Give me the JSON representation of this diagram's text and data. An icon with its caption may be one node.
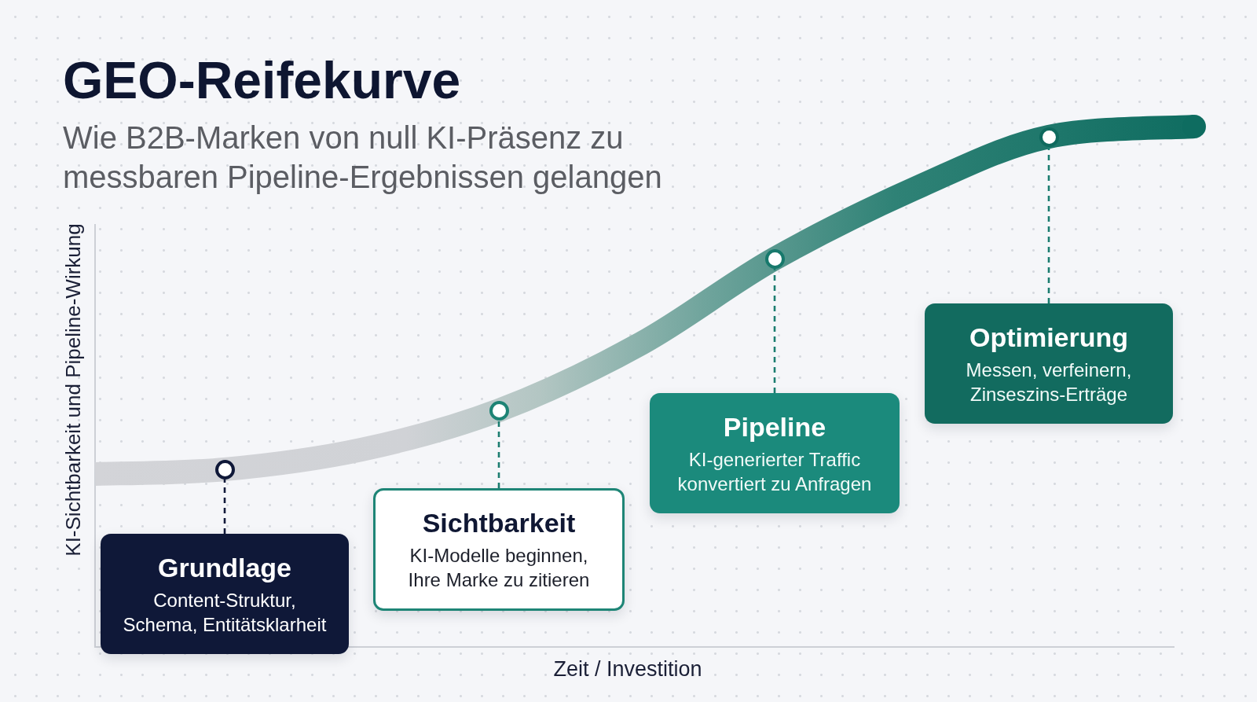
{
  "diagram": {
    "title": "GEO-Reifekurve",
    "nodes": [
      {
        "text": [
          "Grundlage",
          "Content-Struktur, Schema, Entitätsklarheit"
        ]
      },
      {
        "text": [
          "Sichtbarkeit",
          "KI-Modelle beginnen, Ihre Marke zu zitieren"
        ]
      },
      {
        "text": [
          "Pipeline",
          "KI-generierter Traffic konvertiert zu Anfragen"
        ]
      },
      {
        "text": [
          "Optimierung",
          "Messen, verfeinern, Zinseszins-Erträge"
        ]
      },
      {
        "text": [],
        "shape": "circle"
      },
      {
        "text": [],
        "shape": "circle"
      },
      {
        "text": [],
        "shape": "circle"
      },
      {
        "text": [],
        "shape": "circle"
      }
    ],
    "edges": [
      {
        "from": 0,
        "to": 4,
        "arrow": "none",
        "style": "dashed",
        "color": "#111a3a"
      },
      {
        "from": 1,
        "to": 5,
        "arrow": "none",
        "style": "dashed"
      },
      {
        "from": 2,
        "to": 6,
        "arrow": "none",
        "style": "dashed"
      },
      {
        "from": 3,
        "to": 7,
        "arrow": "none",
        "style": "dashed"
      }
    ],
    "labels": [
      "Wie B2B-Marken von null KI-Präsenz zu messbaren Pipeline-Ergebnissen gelangen",
      "KI-Sichtbarkeit und Pipeline-Wirkung",
      "Zeit / Investition"
    ]
  }
}
